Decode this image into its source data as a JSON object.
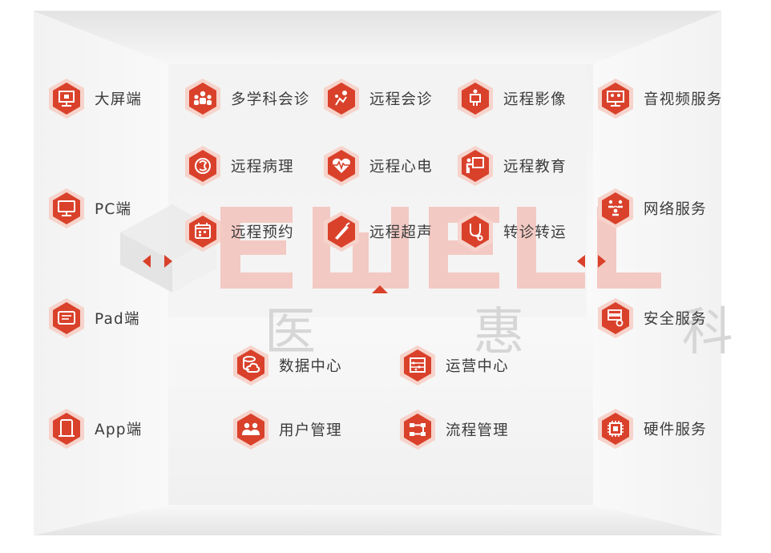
{
  "brand": {
    "logo_text": "EWELL",
    "logo_subtitle": "医 惠 科 技",
    "accent": "#d9412b",
    "accent_light": "#f1a08e"
  },
  "left_column": [
    {
      "label": "大屏端",
      "icon": "large-screen-icon"
    },
    {
      "label": "PC端",
      "icon": "desktop-monitor-icon"
    },
    {
      "label": "Pad端",
      "icon": "tablet-icon"
    },
    {
      "label": "App端",
      "icon": "mobile-app-icon"
    }
  ],
  "center_grid": [
    {
      "label": "多学科会诊",
      "icon": "multidisciplinary-team-icon"
    },
    {
      "label": "远程会诊",
      "icon": "remote-consultation-icon"
    },
    {
      "label": "远程影像",
      "icon": "remote-imaging-icon"
    },
    {
      "label": "远程病理",
      "icon": "remote-pathology-icon"
    },
    {
      "label": "远程心电",
      "icon": "remote-ecg-icon"
    },
    {
      "label": "远程教育",
      "icon": "remote-education-icon"
    },
    {
      "label": "远程预约",
      "icon": "remote-appointment-icon"
    },
    {
      "label": "远程超声",
      "icon": "remote-ultrasound-icon"
    },
    {
      "label": "转诊转运",
      "icon": "referral-transfer-icon"
    }
  ],
  "center_bottom": [
    {
      "label": "数据中心",
      "icon": "data-center-icon"
    },
    {
      "label": "运营中心",
      "icon": "operations-center-icon"
    },
    {
      "label": "用户管理",
      "icon": "user-management-icon"
    },
    {
      "label": "流程管理",
      "icon": "process-management-icon"
    }
  ],
  "right_column": [
    {
      "label": "音视频服务",
      "icon": "audio-video-icon"
    },
    {
      "label": "网络服务",
      "icon": "network-service-icon"
    },
    {
      "label": "安全服务",
      "icon": "security-service-icon"
    },
    {
      "label": "硬件服务",
      "icon": "hardware-chip-icon"
    }
  ]
}
